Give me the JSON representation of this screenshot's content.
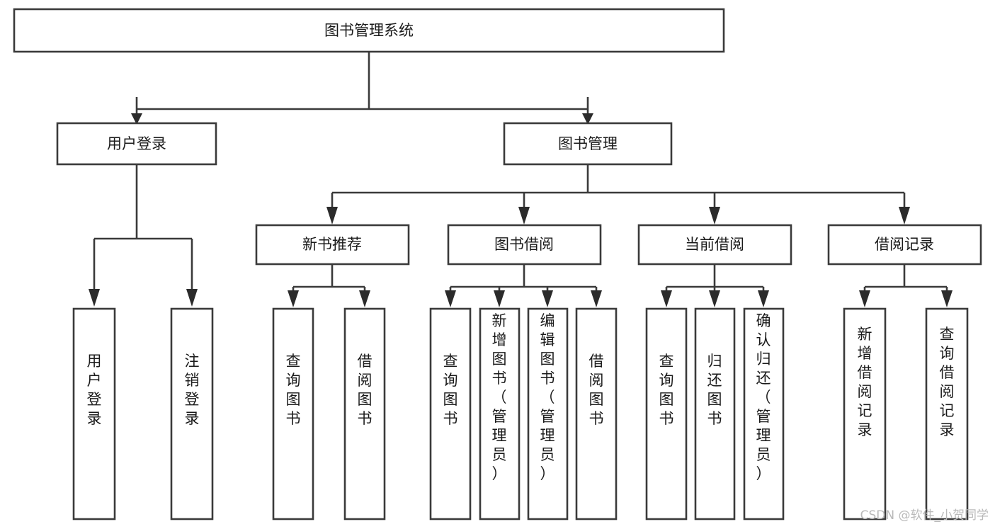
{
  "diagram": {
    "type": "tree-hierarchy-chart",
    "title": "图书管理系统",
    "root": {
      "label": "图书管理系统",
      "level": 0
    },
    "level1": [
      {
        "label": "用户登录"
      },
      {
        "label": "图书管理"
      }
    ],
    "level2": [
      {
        "label": "新书推荐",
        "parent": "图书管理"
      },
      {
        "label": "图书借阅",
        "parent": "图书管理"
      },
      {
        "label": "当前借阅",
        "parent": "图书管理"
      },
      {
        "label": "借阅记录",
        "parent": "图书管理"
      }
    ],
    "leaves": {
      "user_login": [
        {
          "label": "用户登录"
        },
        {
          "label": "注销登录"
        }
      ],
      "new_book_recommend": [
        {
          "label": "查询图书"
        },
        {
          "label": "借阅图书"
        }
      ],
      "book_borrow": [
        {
          "label": "查询图书"
        },
        {
          "label": "新增图书（管理员）"
        },
        {
          "label": "编辑图书（管理员）"
        },
        {
          "label": "借阅图书"
        }
      ],
      "current_borrow": [
        {
          "label": "查询图书"
        },
        {
          "label": "归还图书"
        },
        {
          "label": "确认归还（管理员）"
        }
      ],
      "borrow_record": [
        {
          "label": "新增借阅记录"
        },
        {
          "label": "查询借阅记录"
        }
      ]
    }
  },
  "watermark": {
    "text": "CSDN @软件_小贺同学"
  },
  "colors": {
    "stroke": "#3a3a3a",
    "fill": "#ffffff",
    "text": "#1a1a1a",
    "watermark": "#b9b9b9",
    "background": "#ffffff"
  }
}
